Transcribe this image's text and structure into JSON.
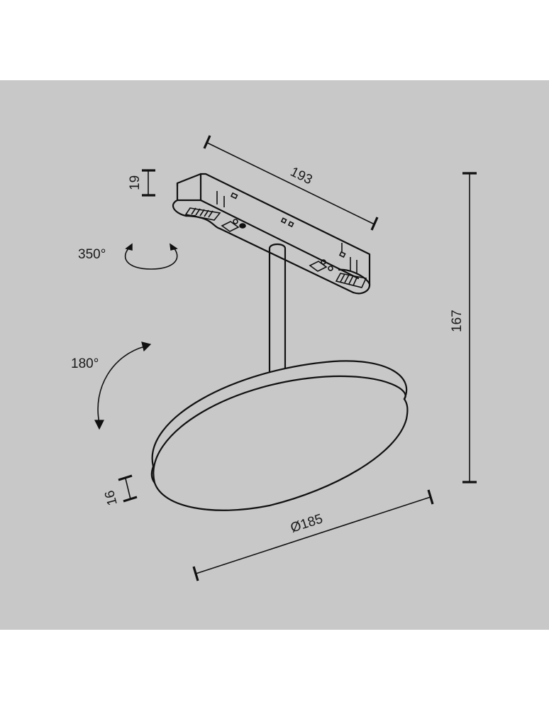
{
  "drawing": {
    "background_color": "#c8c8c8",
    "line_color": "#111111",
    "subject": "track spotlight with round flat disc head, isometric technical drawing",
    "dimensions": {
      "track_adapter_length": "193",
      "track_adapter_height": "19",
      "overall_height": "167",
      "disc_diameter": "Ø185",
      "disc_thickness": "16"
    },
    "rotations": {
      "horizontal": "350°",
      "vertical": "180°"
    }
  }
}
